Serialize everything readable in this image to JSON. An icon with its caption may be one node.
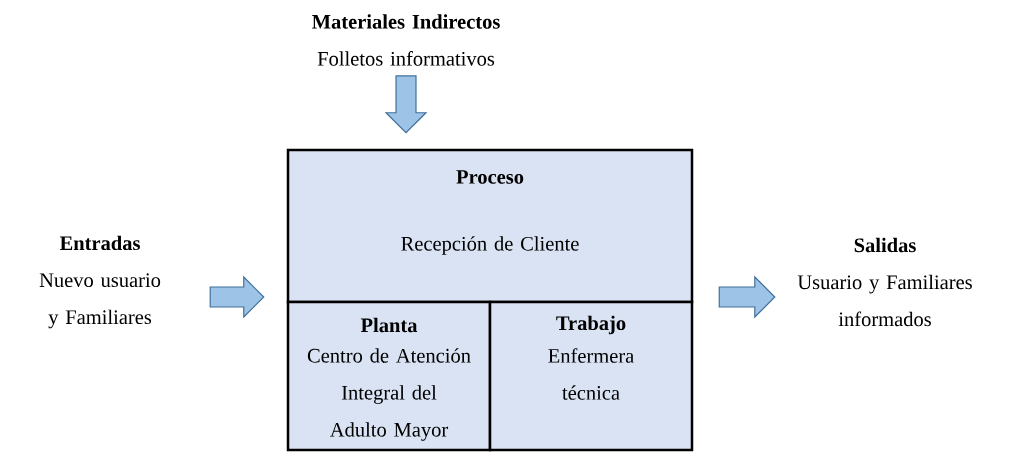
{
  "diagram": {
    "nodes": [
      {
        "text": [
          "Materiales Indirectos",
          "Folletos informativos"
        ]
      },
      {
        "text": [
          "Proceso",
          "Recepción de Cliente"
        ]
      },
      {
        "text": [
          "Planta",
          "Centro de Atención Integral del Adulto Mayor"
        ]
      },
      {
        "text": [
          "Trabajo",
          "Enfermera técnica"
        ]
      },
      {
        "text": [
          "Entradas",
          "Nuevo usuario y Familiares"
        ]
      },
      {
        "text": [
          "Salidas",
          "Usuario y Familiares informados"
        ]
      }
    ],
    "edges": [
      {
        "from": 0,
        "to": 1,
        "arrow": "to"
      },
      {
        "from": 4,
        "to": 1,
        "arrow": "to"
      },
      {
        "from": 1,
        "to": 5,
        "arrow": "to"
      }
    ]
  }
}
